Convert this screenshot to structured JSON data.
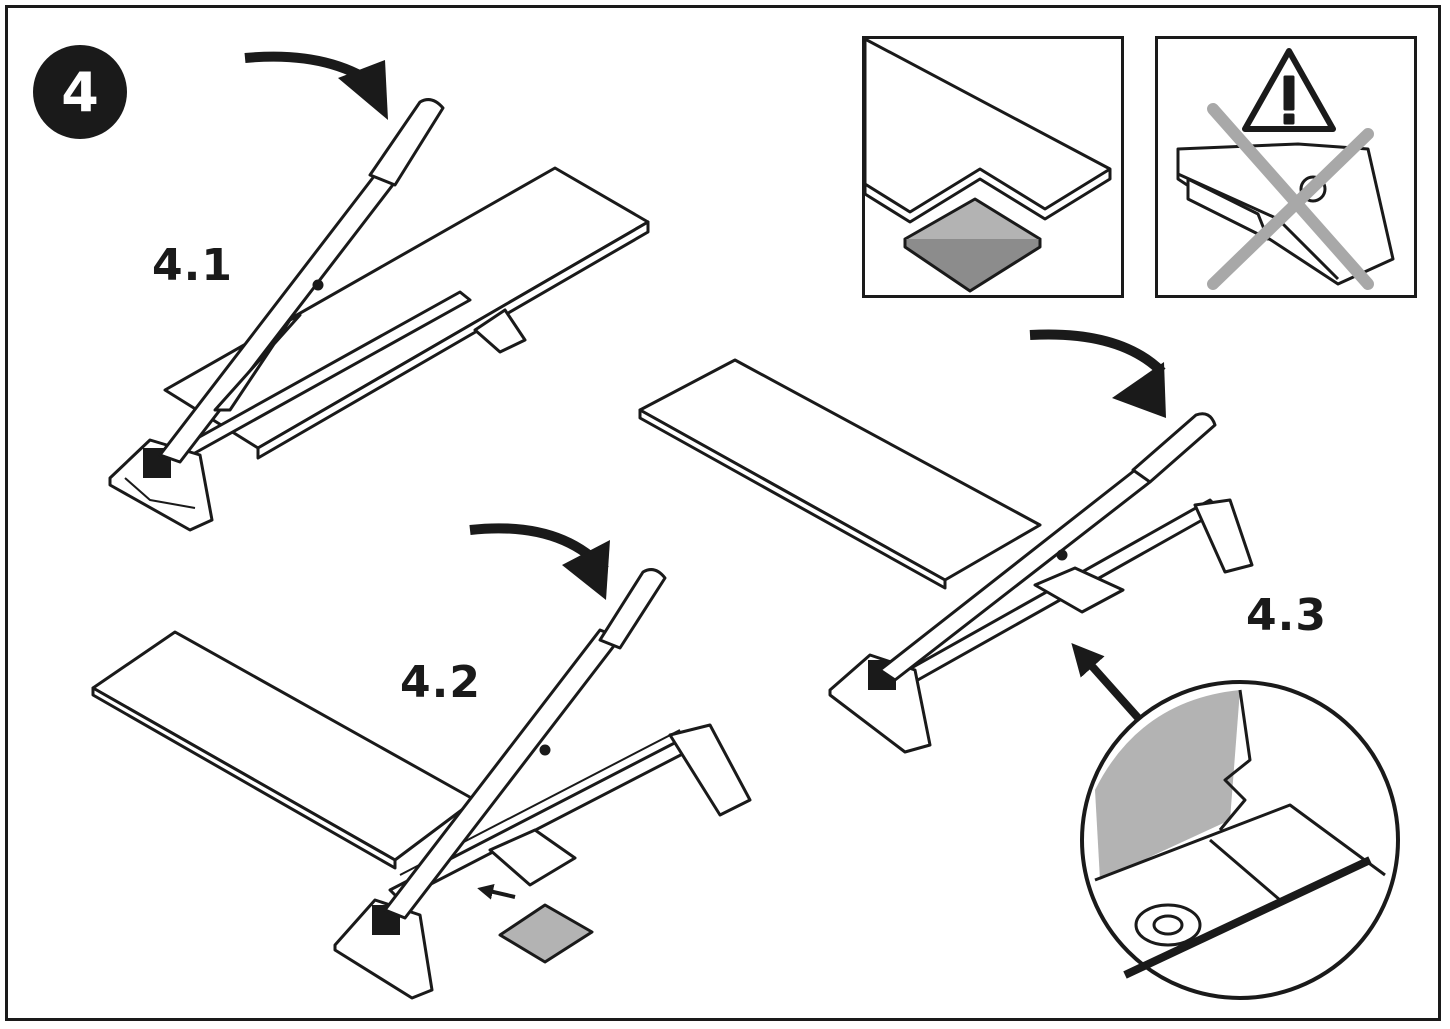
{
  "step": {
    "number": "4"
  },
  "substeps": [
    {
      "id": "4.1",
      "label": "4.1"
    },
    {
      "id": "4.2",
      "label": "4.2"
    },
    {
      "id": "4.3",
      "label": "4.3"
    }
  ],
  "insets": {
    "correct": {
      "icon": "notched-board-icon"
    },
    "warning": {
      "icon": "warning-triangle-icon",
      "mark": "cross-out"
    }
  },
  "colors": {
    "ink": "#1a1a1a",
    "board": "#ffffff",
    "offcut": "#b3b3b3",
    "cross": "#a8a8a8"
  }
}
